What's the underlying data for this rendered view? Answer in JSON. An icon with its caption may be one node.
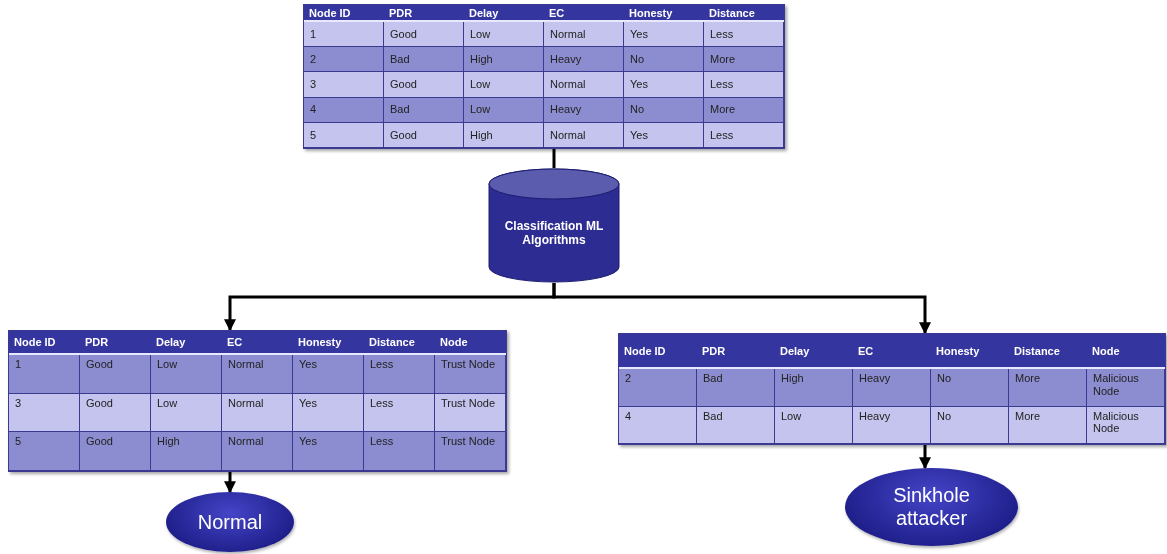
{
  "diagram": {
    "nodes": [
      {
        "text": [
          "Node ID",
          "PDR",
          "Delay",
          "EC",
          "Honesty",
          "Distance",
          "1",
          "Good",
          "Low",
          "Normal",
          "Yes",
          "Less",
          "2",
          "Bad",
          "High",
          "Heavy",
          "No",
          "More",
          "3",
          "Good",
          "Low",
          "Normal",
          "Yes",
          "Less",
          "4",
          "Bad",
          "Low",
          "Heavy",
          "No",
          "More",
          "5",
          "Good",
          "High",
          "Normal",
          "Yes",
          "Less"
        ]
      },
      {
        "text": [
          "Classification ML Algorithms"
        ]
      },
      {
        "text": [
          "Node ID",
          "PDR",
          "Delay",
          "EC",
          "Honesty",
          "Distance",
          "Node",
          "1",
          "Good",
          "Low",
          "Normal",
          "Yes",
          "Less",
          "Trust Node",
          "3",
          "Good",
          "Low",
          "Normal",
          "Yes",
          "Less",
          "Trust Node",
          "5",
          "Good",
          "High",
          "Normal",
          "Yes",
          "Less",
          "Trust Node"
        ]
      },
      {
        "text": [
          "Node ID",
          "PDR",
          "Delay",
          "EC",
          "Honesty",
          "Distance",
          "Node",
          "2",
          "Bad",
          "High",
          "Heavy",
          "No",
          "More",
          "Malicious Node",
          "4",
          "Bad",
          "Low",
          "Heavy",
          "No",
          "More",
          "Malicious Node"
        ]
      },
      {
        "text": [
          "Normal"
        ]
      },
      {
        "text": [
          "Sinkhole attacker"
        ]
      }
    ],
    "edges": [
      {
        "from": 0,
        "to": 1,
        "arrow": "none"
      },
      {
        "from": 1,
        "to": 2,
        "arrow": "to"
      },
      {
        "from": 1,
        "to": 3,
        "arrow": "to"
      },
      {
        "from": 2,
        "to": 4,
        "arrow": "to"
      },
      {
        "from": 3,
        "to": 5,
        "arrow": "to"
      }
    ]
  }
}
